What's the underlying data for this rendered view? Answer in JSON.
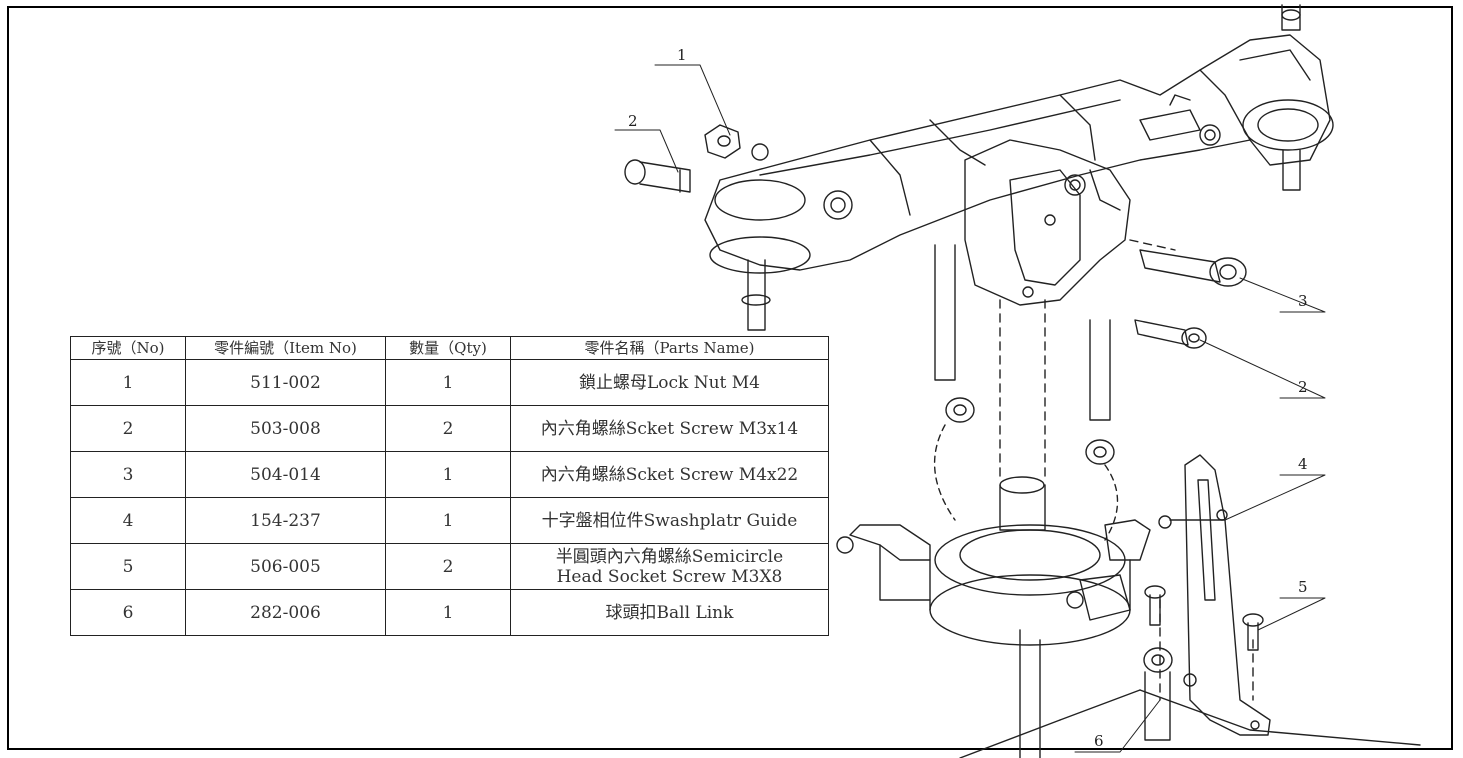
{
  "table": {
    "headers": [
      "序號（No)",
      "零件編號（Item No)",
      "數量（Qty)",
      "零件名稱（Parts Name)"
    ],
    "rows": [
      {
        "no": "1",
        "item": "511-002",
        "qty": "1",
        "name": "鎖止螺母Lock Nut M4"
      },
      {
        "no": "2",
        "item": "503-008",
        "qty": "2",
        "name": "內六角螺絲Scket Screw M3x14"
      },
      {
        "no": "3",
        "item": "504-014",
        "qty": "1",
        "name": "內六角螺絲Scket Screw M4x22"
      },
      {
        "no": "4",
        "item": "154-237",
        "qty": "1",
        "name": "十字盤相位件Swashplatr Guide"
      },
      {
        "no": "5",
        "item": "506-005",
        "qty": "2",
        "name_line1": "半圓頭內六角螺絲Semicircle",
        "name_line2": "Head Socket Screw M3X8"
      },
      {
        "no": "6",
        "item": "282-006",
        "qty": "1",
        "name": "球頭扣Ball Link"
      }
    ]
  },
  "callouts": {
    "c1": "1",
    "c2a": "2",
    "c3": "3",
    "c2b": "2",
    "c4": "4",
    "c5": "5",
    "c6": "6"
  }
}
